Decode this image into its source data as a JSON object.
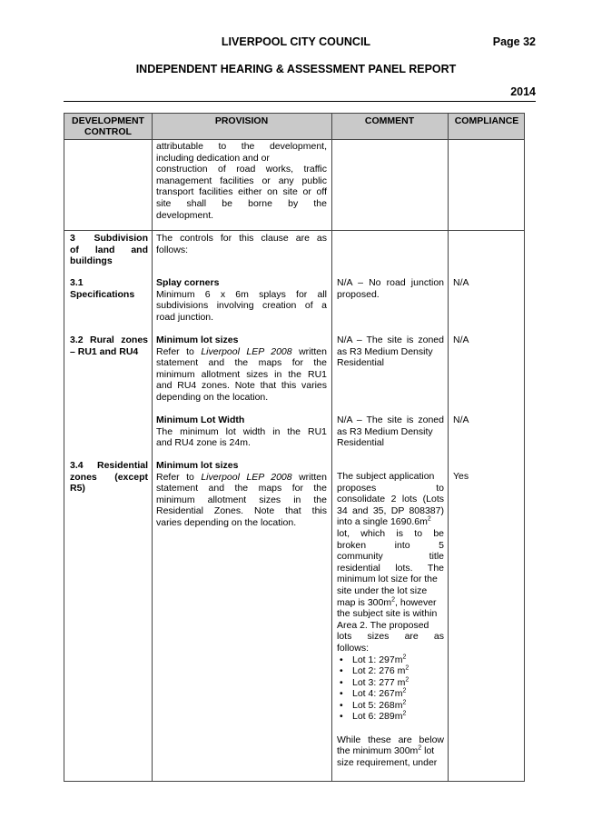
{
  "header": {
    "council": "LIVERPOOL CITY COUNCIL",
    "page": "Page 32",
    "report": "INDEPENDENT HEARING & ASSESSMENT PANEL REPORT",
    "year": "2014"
  },
  "table": {
    "columns": [
      "DEVELOPMENT CONTROL",
      "PROVISION",
      "COMMENT",
      "COMPLIANCE"
    ],
    "rows": [
      {
        "provision_lines": [
          "attributable to the development,",
          "including dedication and or",
          "construction of road works, traffic",
          "management facilities or any public",
          "transport facilities either on site or off",
          "site shall be borne by the",
          "development."
        ]
      },
      {
        "control_lines": [
          "3 Subdivision",
          "of land and",
          "buildings"
        ],
        "provision_lines": [
          "The controls for this clause are as",
          "follows:"
        ]
      },
      {
        "control_lines": [
          "3.1",
          "Specifications"
        ],
        "provision_heading": "Splay corners",
        "provision_lines": [
          "Minimum 6 x 6m splays for all",
          "subdivisions involving creation of a",
          "road junction."
        ],
        "comment_lines": [
          "N/A – No road junction",
          "proposed."
        ],
        "compliance": "N/A"
      },
      {
        "control_lines": [
          "3.2 Rural zones",
          "– RU1 and RU4"
        ],
        "provision_heading": "Minimum lot sizes",
        "provision_lines": [
          "Refer to Liverpool LEP 2008 written",
          "statement and the maps for the",
          "minimum allotment sizes in the RU1",
          "and RU4 zones. Note that this varies",
          "depending on the location."
        ],
        "comment_lines": [
          "N/A – The site is zoned",
          "as R3 Medium Density",
          "Residential"
        ],
        "compliance": "N/A"
      },
      {
        "provision_heading": "Minimum Lot Width",
        "provision_lines": [
          "The minimum lot width in the RU1",
          "and RU4 zone is 24m."
        ],
        "comment_lines": [
          "N/A – The site is zoned",
          "as R3 Medium Density",
          "Residential"
        ],
        "compliance": "N/A"
      },
      {
        "control_lines": [
          "3.4 Residential",
          "zones (except",
          "R5)"
        ],
        "provision_heading": "Minimum lot sizes",
        "provision_lines": [
          "Refer to Liverpool LEP 2008 written",
          "statement and the maps for the",
          "minimum allotment sizes in the",
          "Residential Zones. Note that this",
          "varies depending on the location."
        ],
        "comment_lines": [
          "The subject application",
          "proposes to",
          "consolidate 2 lots (Lots",
          "34 and 35, DP 808387)",
          "into a single 1690.6m",
          "lot, which is to be",
          "broken into 5",
          "community title",
          "residential lots. The",
          "minimum lot size for the",
          "site under the lot size",
          "map is 300m",
          "the subject site is within",
          "Area 2. The proposed",
          "lots sizes are as",
          "follows:"
        ],
        "lots": [
          "Lot 1: 297m",
          "Lot 2: 276 m",
          "Lot 3: 277 m",
          "Lot 4: 267m",
          "Lot 5: 268m",
          "Lot 6: 289m"
        ],
        "sup": "2",
        "after_300": ", however",
        "closing_lines": [
          "While these are below",
          "the minimum 300m",
          " lot",
          "size requirement, under"
        ],
        "compliance": "Yes"
      }
    ]
  }
}
